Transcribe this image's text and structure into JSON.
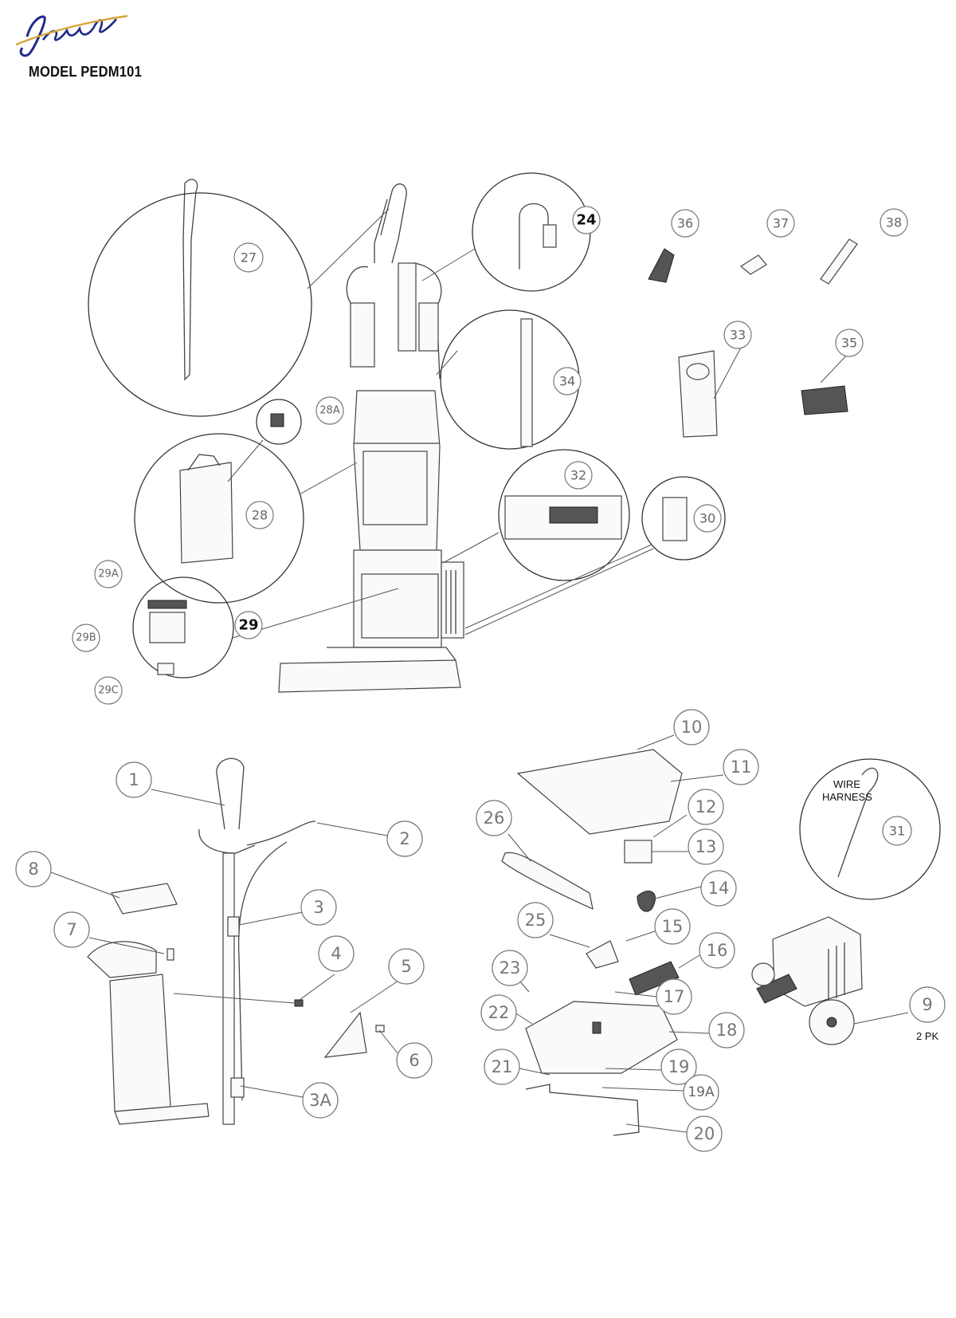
{
  "header": {
    "brand": "JohnnyVac",
    "model": "MODEL PEDM101"
  },
  "labels": {
    "wire_harness_line1": "WIRE",
    "wire_harness_line2": "HARNESS",
    "two_pack": "2 PK"
  },
  "callouts": {
    "c27": "27",
    "c24": "24",
    "c36": "36",
    "c37": "37",
    "c38": "38",
    "c34": "34",
    "c33": "33",
    "c35": "35",
    "c28A": "28A",
    "c28": "28",
    "c32": "32",
    "c30": "30",
    "c29A": "29A",
    "c29B": "29B",
    "c29": "29",
    "c29C": "29C",
    "c1": "1",
    "c2": "2",
    "c3": "3",
    "c3A": "3A",
    "c4": "4",
    "c5": "5",
    "c6": "6",
    "c7": "7",
    "c8": "8",
    "c9": "9",
    "c10": "10",
    "c11": "11",
    "c12": "12",
    "c13": "13",
    "c14": "14",
    "c15": "15",
    "c16": "16",
    "c17": "17",
    "c18": "18",
    "c19": "19",
    "c19A": "19A",
    "c20": "20",
    "c21": "21",
    "c22": "22",
    "c23": "23",
    "c25": "25",
    "c26": "26",
    "c31": "31"
  },
  "icons": {
    "logo": "johnnyvac-signature-logo"
  }
}
